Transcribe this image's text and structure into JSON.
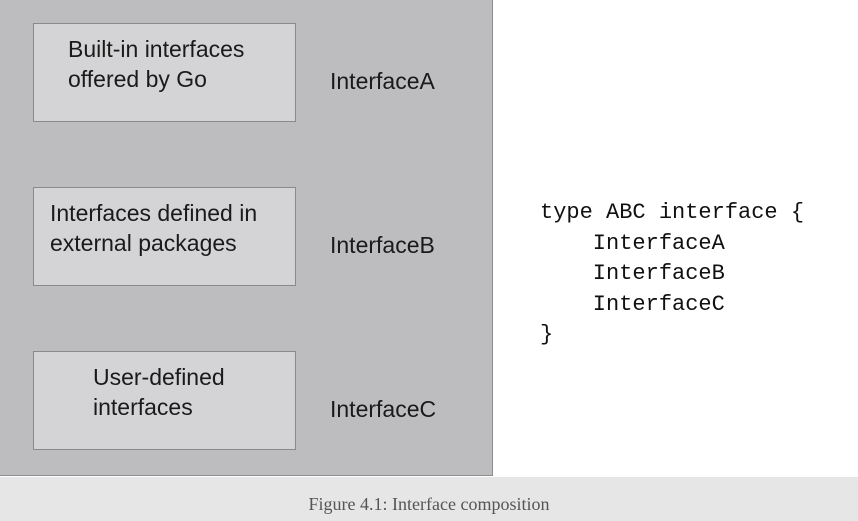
{
  "diagram": {
    "rows": [
      {
        "box_text": "Built-in interfaces\noffered by Go",
        "interface_label": "InterfaceA"
      },
      {
        "box_text": "Interfaces defined in\nexternal packages",
        "interface_label": "InterfaceB"
      },
      {
        "box_text": "User-defined\ninterfaces",
        "interface_label": "InterfaceC"
      }
    ],
    "code": "type ABC interface {\n    InterfaceA\n    InterfaceB\n    InterfaceC\n}"
  },
  "caption": "Figure 4.1: Interface composition"
}
